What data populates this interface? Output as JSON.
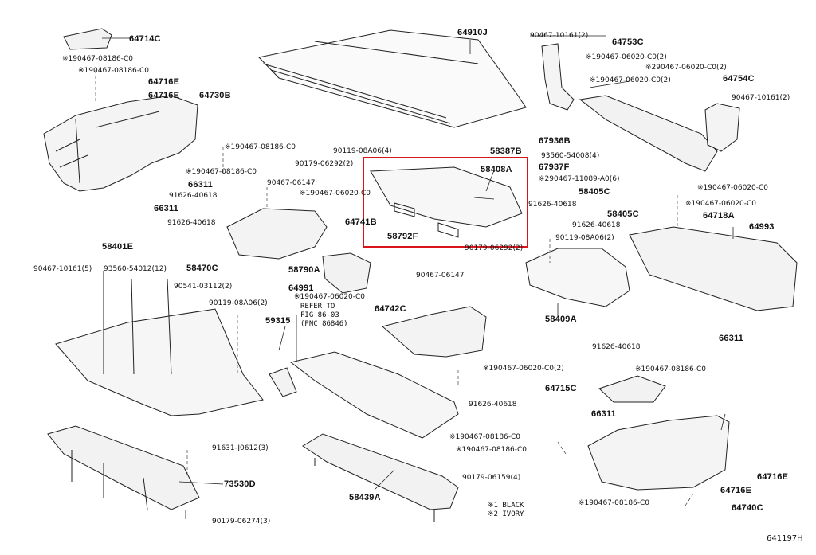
{
  "diagram_id": "641197H",
  "highlight_color": "#d9141b",
  "line_color": "#222222",
  "legend": {
    "line1": "※1 BLACK",
    "line2": "※2 IVORY"
  },
  "refer_note": {
    "line1": "REFER TO",
    "line2": "FIG 86-03",
    "line3": "(PNC 86846)"
  },
  "parts": {
    "p64714C": "64714C",
    "p90467_08186_a": "※190467-08186-C0",
    "p90467_08186_b": "※190467-08186-C0",
    "p64716E_a": "64716E",
    "p64716E_b": "64716E",
    "p64730B": "64730B",
    "p90467_08186_c": "※190467-08186-C0",
    "p90467_08186_d": "※190467-08186-C0",
    "p66311_a": "66311",
    "p91626_40618_a": "91626-40618",
    "p66311_b": "66311",
    "p91626_40618_b": "91626-40618",
    "p64910J": "64910J",
    "p90467_10161_a": "90467-10161(2)",
    "p64753C": "64753C",
    "p90467_06020_a": "※190467-06020-C0(2)",
    "p90467_06020_b": "※290467-06020-C0(2)",
    "p90467_06020_c": "※190467-06020-C0(2)",
    "p64754C": "64754C",
    "p90467_10161_b": "90467-10161(2)",
    "p90119_08A06_a": "90119-08A06(4)",
    "p90179_06292_a": "90179-06292(2)",
    "p58408A": "58408A",
    "p58387B": "58387B",
    "p93560_54008": "93560-54008(4)",
    "p67936B": "67936B",
    "p67937F": "67937F",
    "p90467_11089": "※290467-11089-A0(6)",
    "p90467_06147_a": "90467-06147",
    "p90467_06020_d": "※190467-06020-C0",
    "p64741B": "64741B",
    "p58792F": "58792F",
    "p58405C_a": "58405C",
    "p91626_40618_c": "91626-40618",
    "p58405C_b": "58405C",
    "p91626_40618_d": "91626-40618",
    "p90119_08A06_b": "90119-08A06(2)",
    "p90179_06292_b": "90179-06292(2)",
    "p90467_06020_e": "※190467-06020-C0",
    "p90467_06020_f": "※190467-06020-C0",
    "p64718A": "64718A",
    "p64993": "64993",
    "p58401E": "58401E",
    "p90467_10161_c": "90467-10161(5)",
    "p93560_54012": "93560-54012(12)",
    "p58470C": "58470C",
    "p90541_03112": "90541-03112(2)",
    "p90119_08A06_c": "90119-08A06(2)",
    "p58790A": "58790A",
    "p64991": "64991",
    "p90467_06020_g": "※190467-06020-C0",
    "p90467_06147_b": "90467-06147",
    "p64742C": "64742C",
    "p59315": "59315",
    "p58409A": "58409A",
    "p91626_40618_e": "91626-40618",
    "p66311_c": "66311",
    "p90467_08186_e": "※190467-08186-C0",
    "p90467_06020_h": "※190467-06020-C0(2)",
    "p64715C": "64715C",
    "p91626_40618_f": "91626-40618",
    "p66311_d": "66311",
    "p90467_08186_f": "※190467-08186-C0",
    "p90467_08186_g": "※190467-08186-C0",
    "p91631_J0612": "91631-J0612(3)",
    "p73530D": "73530D",
    "p90179_06159": "90179-06159(4)",
    "p58439A": "58439A",
    "p90179_06274": "90179-06274(3)",
    "p64716E_c": "64716E",
    "p64716E_d": "64716E",
    "p90467_08186_h": "※190467-08186-C0",
    "p64740C": "64740C"
  }
}
